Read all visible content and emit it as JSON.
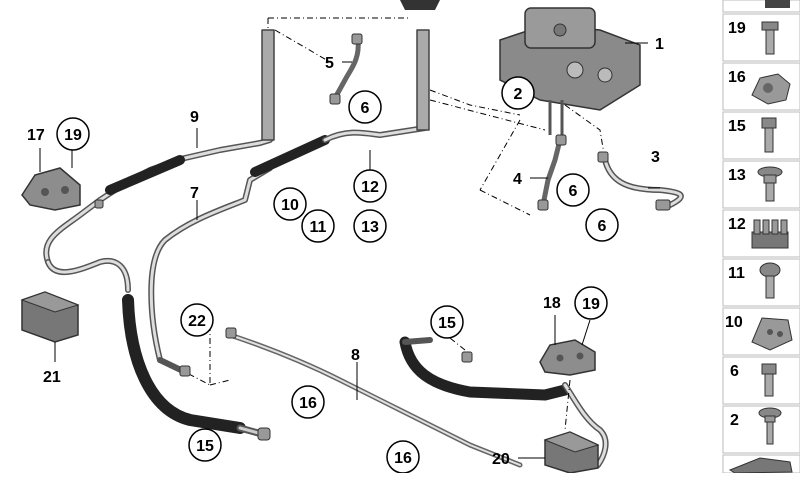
{
  "diagram": {
    "callouts": {
      "c1": "1",
      "c2": "2",
      "c3": "3",
      "c4": "4",
      "c5": "5",
      "c6a": "6",
      "c6b": "6",
      "c6c": "6",
      "c7": "7",
      "c8": "8",
      "c9": "9",
      "c10": "10",
      "c11": "11",
      "c12": "12",
      "c13": "13",
      "c15a": "15",
      "c15b": "15",
      "c16a": "16",
      "c16b": "16",
      "c17": "17",
      "c18": "18",
      "c19a": "19",
      "c19b": "19",
      "c20": "20",
      "c21": "21",
      "c22": "22"
    },
    "side_panel": [
      "19",
      "16",
      "15",
      "13",
      "12",
      "11",
      "10",
      "6",
      "2"
    ]
  }
}
